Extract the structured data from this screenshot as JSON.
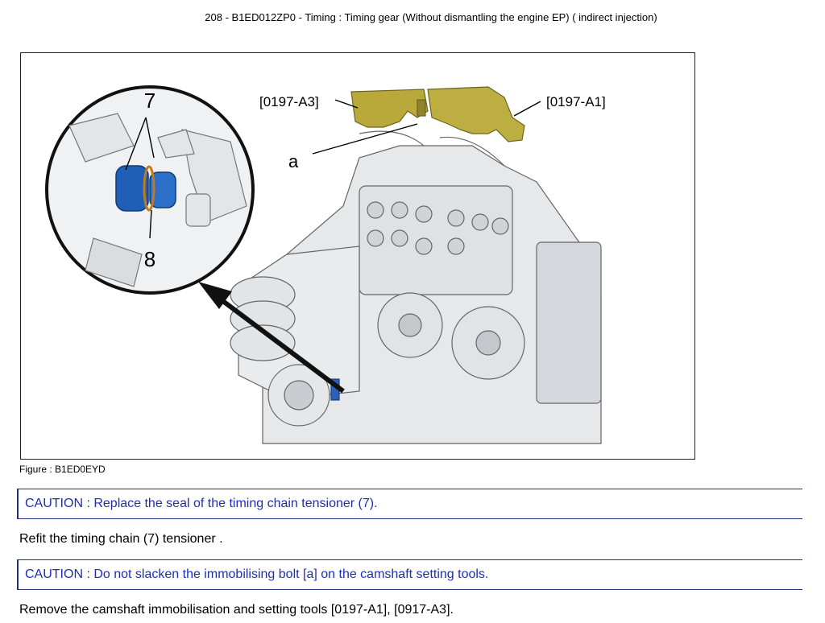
{
  "header": {
    "title": "208 - B1ED012ZP0 - Timing : Timing gear (Without dismantling the engine EP) ( indirect injection)"
  },
  "figure": {
    "label_a3": "[0197-A3]",
    "label_a1": "[0197-A1]",
    "label_a": "a",
    "label_7": "7",
    "label_8": "8",
    "caption": "Figure : B1ED0EYD"
  },
  "steps": [
    {
      "type": "caution",
      "text": "CAUTION : Replace the seal of the timing chain tensioner (7)."
    },
    {
      "type": "instruction",
      "text": "Refit the timing chain (7) tensioner ."
    },
    {
      "type": "caution",
      "text": "CAUTION : Do not slacken the immobilising bolt [a] on the camshaft setting tools."
    },
    {
      "type": "instruction",
      "text": "Remove the camshaft immobilisation and setting tools [0197-A1], [0917-A3]."
    }
  ],
  "colors": {
    "caution_text": "#1f2fb0",
    "caution_border": "#1f2f7a",
    "tool_yellow": "#b9a93a",
    "tensioner_blue": "#1f5fb8"
  }
}
